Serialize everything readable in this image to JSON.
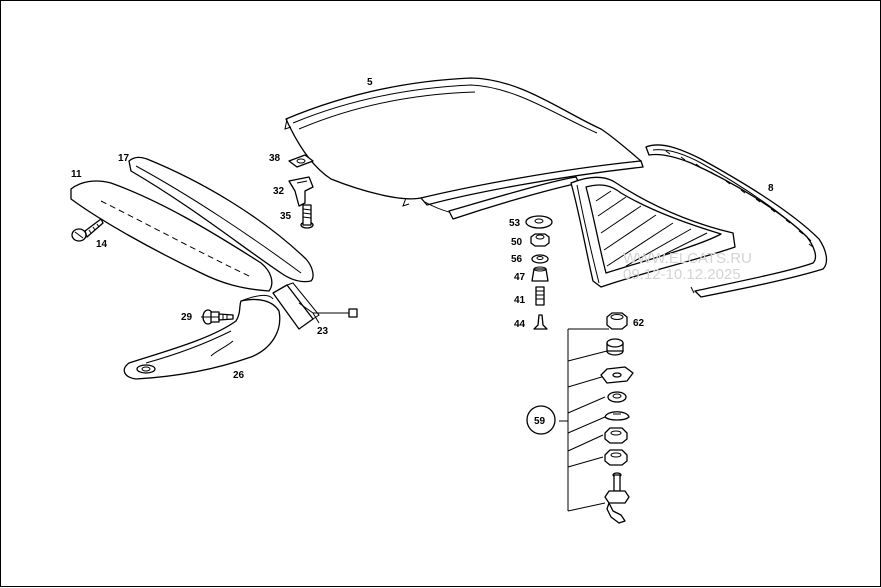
{
  "diagram": {
    "labels": {
      "p5": "5",
      "p8": "8",
      "p11": "11",
      "p14": "14",
      "p17": "17",
      "p23": "23",
      "p26": "26",
      "p29": "29",
      "p32": "32",
      "p35": "35",
      "p38": "38",
      "p41": "41",
      "p44": "44",
      "p47": "47",
      "p50": "50",
      "p53": "53",
      "p56": "56",
      "p59": "59",
      "p62": "62"
    },
    "watermark": {
      "line1": "WWW.ELCATS.RU",
      "line2": "09.12-10.12.2025"
    }
  }
}
